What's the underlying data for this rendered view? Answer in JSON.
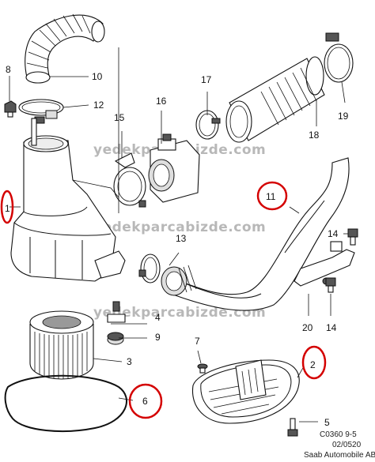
{
  "watermark": "yedekparcabizde.com",
  "caption": {
    "code": "C0360 9-5",
    "date": "02/0520",
    "copyright": "Saab Automobile AB"
  },
  "highlight_color": "#d40000",
  "callouts": {
    "c1": "1",
    "c2": "2",
    "c3": "3",
    "c4": "4",
    "c5": "5",
    "c6": "6",
    "c7": "7",
    "c8": "8",
    "c9": "9",
    "c10": "10",
    "c11": "11",
    "c12": "12",
    "c13": "13",
    "c14a": "14",
    "c14b": "14",
    "c15": "15",
    "c16": "16",
    "c17": "17",
    "c18": "18",
    "c19": "19",
    "c20": "20"
  }
}
